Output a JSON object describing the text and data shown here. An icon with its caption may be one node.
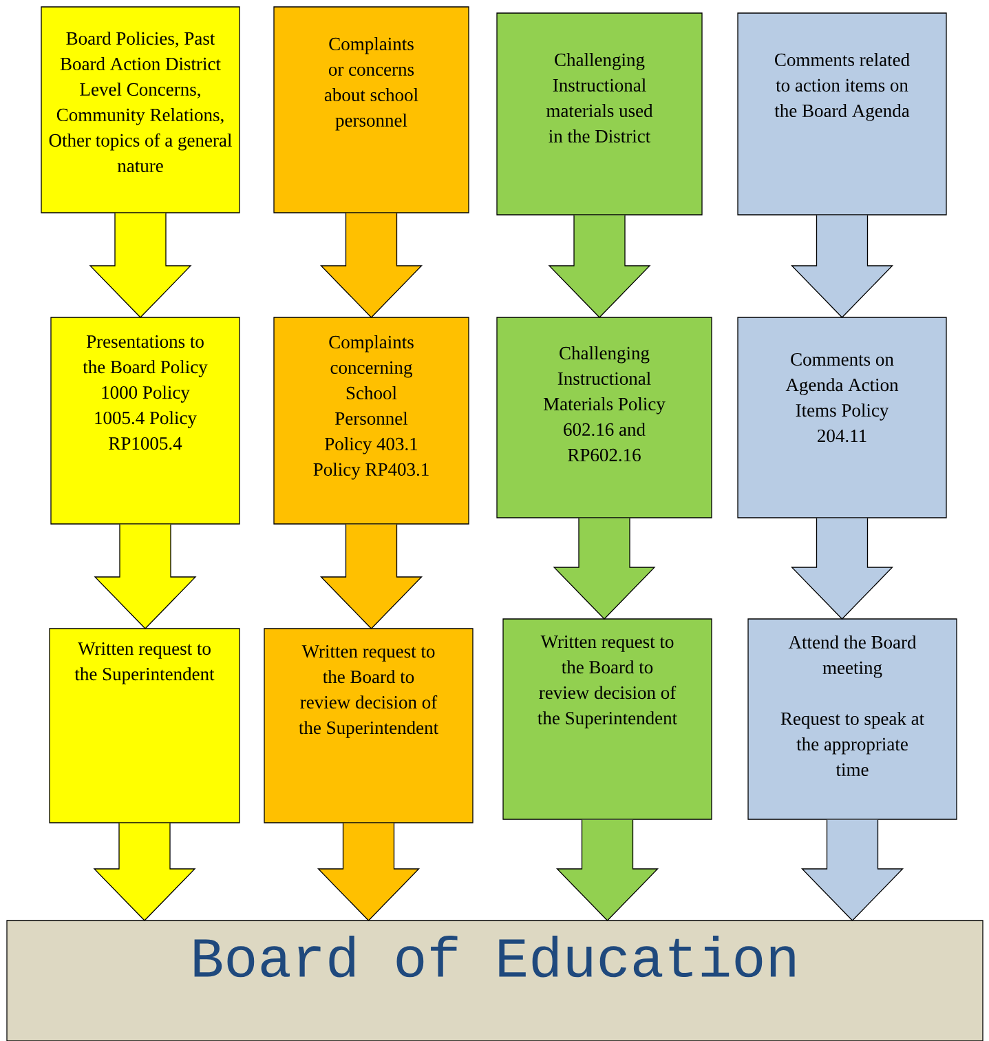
{
  "diagram": {
    "nodes": [
      {
        "text": [
          "Board Policies, Past Board Action District Level Concerns, Community Relations, Other topics of a general nature"
        ]
      },
      {
        "text": [
          "Presentations to the Board Policy 1000 Policy 1005.4 Policy RP1005.4"
        ]
      },
      {
        "text": [
          "Written request to the Superintendent"
        ]
      },
      {
        "text": [
          "Complaints or concerns about school personnel"
        ]
      },
      {
        "text": [
          "Complaints concerning School Personnel Policy 403.1 Policy RP403.1"
        ]
      },
      {
        "text": [
          "Written request to the Board to review decision of the Superintendent"
        ]
      },
      {
        "text": [
          "Challenging Instructional materials used in the District"
        ]
      },
      {
        "text": [
          "Challenging Instructional Materials Policy 602.16 and RP602.16"
        ]
      },
      {
        "text": [
          "Written request to the Board to review decision of the Superintendent"
        ]
      },
      {
        "text": [
          "Comments related to action items on the Board Agenda"
        ]
      },
      {
        "text": [
          "Comments on Agenda Action Items Policy 204.11"
        ]
      },
      {
        "text": [
          "Attend the Board meeting",
          "Request to speak at the appropriate time"
        ]
      },
      {
        "text": [
          "Board of Education"
        ]
      }
    ],
    "edges": [
      {
        "from": 0,
        "to": 1,
        "arrow": "to",
        "color": "#ffff00"
      },
      {
        "from": 1,
        "to": 2,
        "arrow": "to",
        "color": "#ffff00"
      },
      {
        "from": 2,
        "to": 12,
        "arrow": "to",
        "color": "#ffff00"
      },
      {
        "from": 3,
        "to": 4,
        "arrow": "to",
        "color": "#ffc000"
      },
      {
        "from": 4,
        "to": 5,
        "arrow": "to",
        "color": "#ffc000"
      },
      {
        "from": 5,
        "to": 12,
        "arrow": "to",
        "color": "#ffc000"
      },
      {
        "from": 6,
        "to": 7,
        "arrow": "to",
        "color": "#92d050"
      },
      {
        "from": 7,
        "to": 8,
        "arrow": "to",
        "color": "#92d050"
      },
      {
        "from": 8,
        "to": 12,
        "arrow": "to",
        "color": "#92d050"
      },
      {
        "from": 9,
        "to": 10,
        "arrow": "to",
        "color": "#b8cce4"
      },
      {
        "from": 10,
        "to": 11,
        "arrow": "to",
        "color": "#b8cce4"
      },
      {
        "from": 11,
        "to": 12,
        "arrow": "to",
        "color": "#b8cce4"
      }
    ]
  }
}
